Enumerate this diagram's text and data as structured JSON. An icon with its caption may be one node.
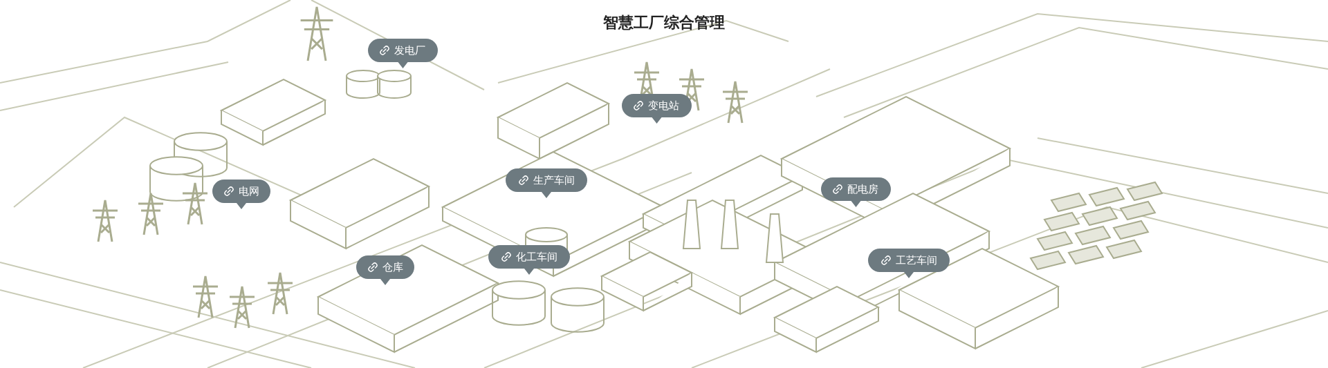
{
  "diagram": {
    "title": "智慧工厂综合管理",
    "nodes": [
      {
        "text": [
          "发电厂"
        ]
      },
      {
        "text": [
          "变电站"
        ]
      },
      {
        "text": [
          "电网"
        ]
      },
      {
        "text": [
          "生产车间"
        ]
      },
      {
        "text": [
          "配电房"
        ]
      },
      {
        "text": [
          "仓库"
        ]
      },
      {
        "text": [
          "化工车间"
        ]
      },
      {
        "text": [
          "工艺车间"
        ]
      }
    ]
  }
}
